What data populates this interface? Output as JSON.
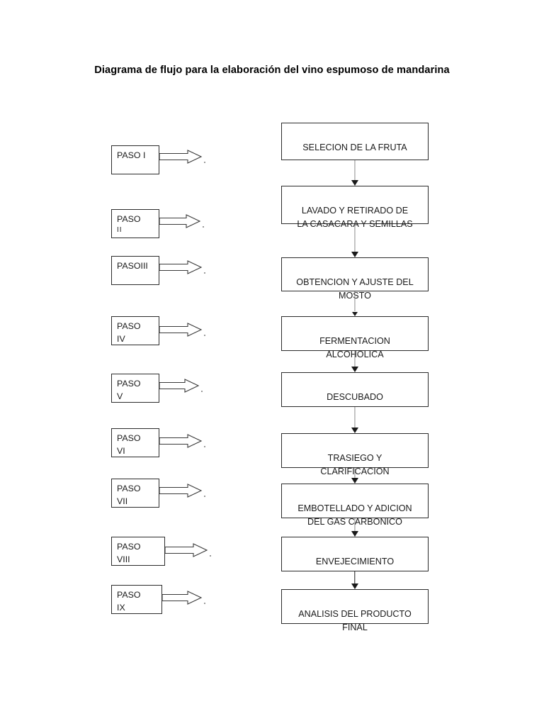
{
  "document": {
    "title_line1": "Diagrama de flujo para la elaboración del vino espumoso de",
    "title_line2": "mandarina"
  },
  "colors": {
    "page_background": "#ffffff",
    "box_border": "#2b2b2b",
    "text": "#1a1a1a",
    "connector_line": "#8c8c8c",
    "connector_head": "#1a1a1a"
  },
  "steps": [
    {
      "id": "paso-1",
      "line1": "PASO I",
      "line2": "",
      "numeral": "I"
    },
    {
      "id": "paso-2",
      "line1": "PASO",
      "line2": "II",
      "numeral": "II"
    },
    {
      "id": "paso-3",
      "line1": "PASOIII",
      "line2": "",
      "numeral": "III"
    },
    {
      "id": "paso-4",
      "line1": "PASO",
      "line2": "IV",
      "numeral": "IV"
    },
    {
      "id": "paso-5",
      "line1": "PASO",
      "line2": "V",
      "numeral": "V"
    },
    {
      "id": "paso-6",
      "line1": "PASO",
      "line2": "VI",
      "numeral": "VI"
    },
    {
      "id": "paso-7",
      "line1": "PASO",
      "line2": "VII",
      "numeral": "VII"
    },
    {
      "id": "paso-8",
      "line1": "PASO",
      "line2": "VIII",
      "numeral": "VIII"
    },
    {
      "id": "paso-9",
      "line1": "PASO",
      "line2": "IX",
      "numeral": "IX"
    }
  ],
  "process": [
    {
      "id": "proc-1",
      "label": "SELECION DE LA FRUTA"
    },
    {
      "id": "proc-2",
      "label": "LAVADO Y RETIRADO DE\nLA  CASACARA Y SEMILLAS"
    },
    {
      "id": "proc-3",
      "label": "OBTENCION Y AJUSTE  DEL\nMOSTO"
    },
    {
      "id": "proc-4",
      "label": "FERMENTACION\nALCOHOLICA"
    },
    {
      "id": "proc-5",
      "label": "DESCUBADO"
    },
    {
      "id": "proc-6",
      "label": "TRASIEGO Y\nCLARIFICACION"
    },
    {
      "id": "proc-7",
      "label": "EMBOTELLADO Y ADICION\nDEL GAS CARBONICO"
    },
    {
      "id": "proc-8",
      "label": "ENVEJECIMIENTO"
    },
    {
      "id": "proc-9",
      "label": "ANALISIS DEL PRODUCTO\nFINAL"
    }
  ]
}
